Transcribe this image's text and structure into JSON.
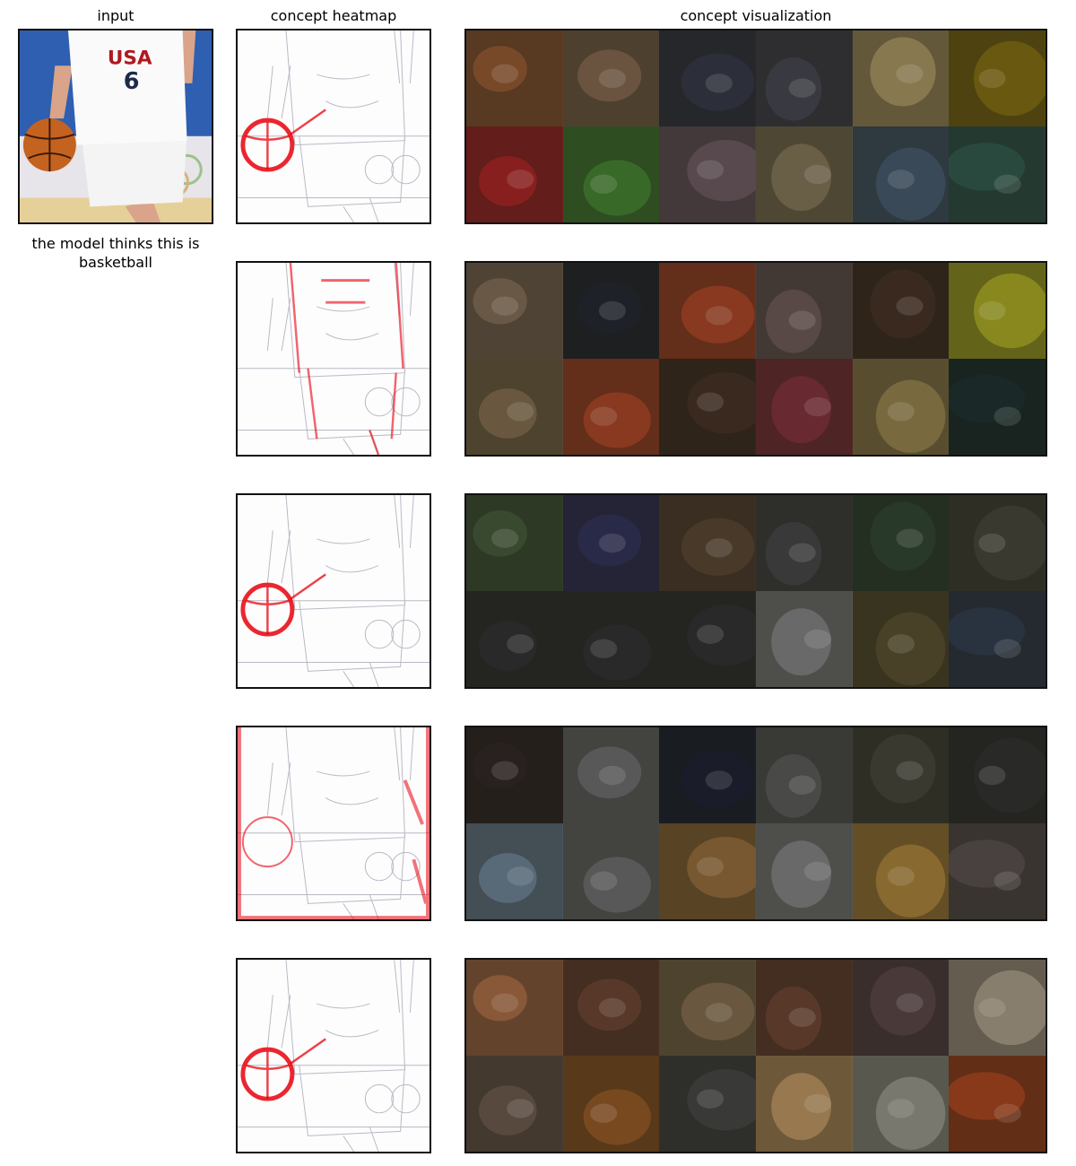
{
  "headers": {
    "input": "input",
    "heatmap": "concept heatmap",
    "visualization": "concept visualization"
  },
  "caption": "the model thinks this is basketball",
  "input_image": {
    "jersey_text": "USA",
    "jersey_number": "6"
  },
  "colors": {
    "heat": "#e8000b",
    "frame": "#111111"
  },
  "concepts": [
    {
      "heat_focus": "ball",
      "tiles": [
        "#7a4a2a",
        "#6b5540",
        "#2c2e3a",
        "#3a3a42",
        "#8a7a50",
        "#6a5a10",
        "#8a2020",
        "#3a6a2a",
        "#5a4a50",
        "#6a6048",
        "#3a4a5a",
        "#2a4a40"
      ]
    },
    {
      "heat_focus": "body",
      "tiles": [
        "#6a5a48",
        "#20222a",
        "#8a3a20",
        "#5a4a48",
        "#3a2a20",
        "#8a8a20",
        "#6a5a40",
        "#8a3a20",
        "#3a2a20",
        "#6a2a30",
        "#7a6a40",
        "#1a2a28"
      ]
    },
    {
      "heat_focus": "ball",
      "tiles": [
        "#3a4a30",
        "#2a2a4a",
        "#4a3a2a",
        "#3a3a3a",
        "#2a3a2a",
        "#3a3a30",
        "#2a2a2a",
        "#2a2a2a",
        "#2a2a2a",
        "#6a6a6a",
        "#4a4228",
        "#2a3440"
      ]
    },
    {
      "heat_focus": "edges",
      "tiles": [
        "#2a2220",
        "#5a5a5a",
        "#1a1e2a",
        "#4a4a4a",
        "#3a3a30",
        "#2a2a28",
        "#5a6a7a",
        "#5a5a5a",
        "#7a5a30",
        "#6a6a6a",
        "#8a6a30",
        "#4a4240"
      ]
    },
    {
      "heat_focus": "ball",
      "tiles": [
        "#8a5a3a",
        "#5a3a2a",
        "#6a5a40",
        "#5a3a2a",
        "#4a3a3a",
        "#8a8070",
        "#5a4a40",
        "#7a4a20",
        "#3a3a38",
        "#9a7a50",
        "#7a7a70",
        "#8a3a1a"
      ]
    }
  ]
}
